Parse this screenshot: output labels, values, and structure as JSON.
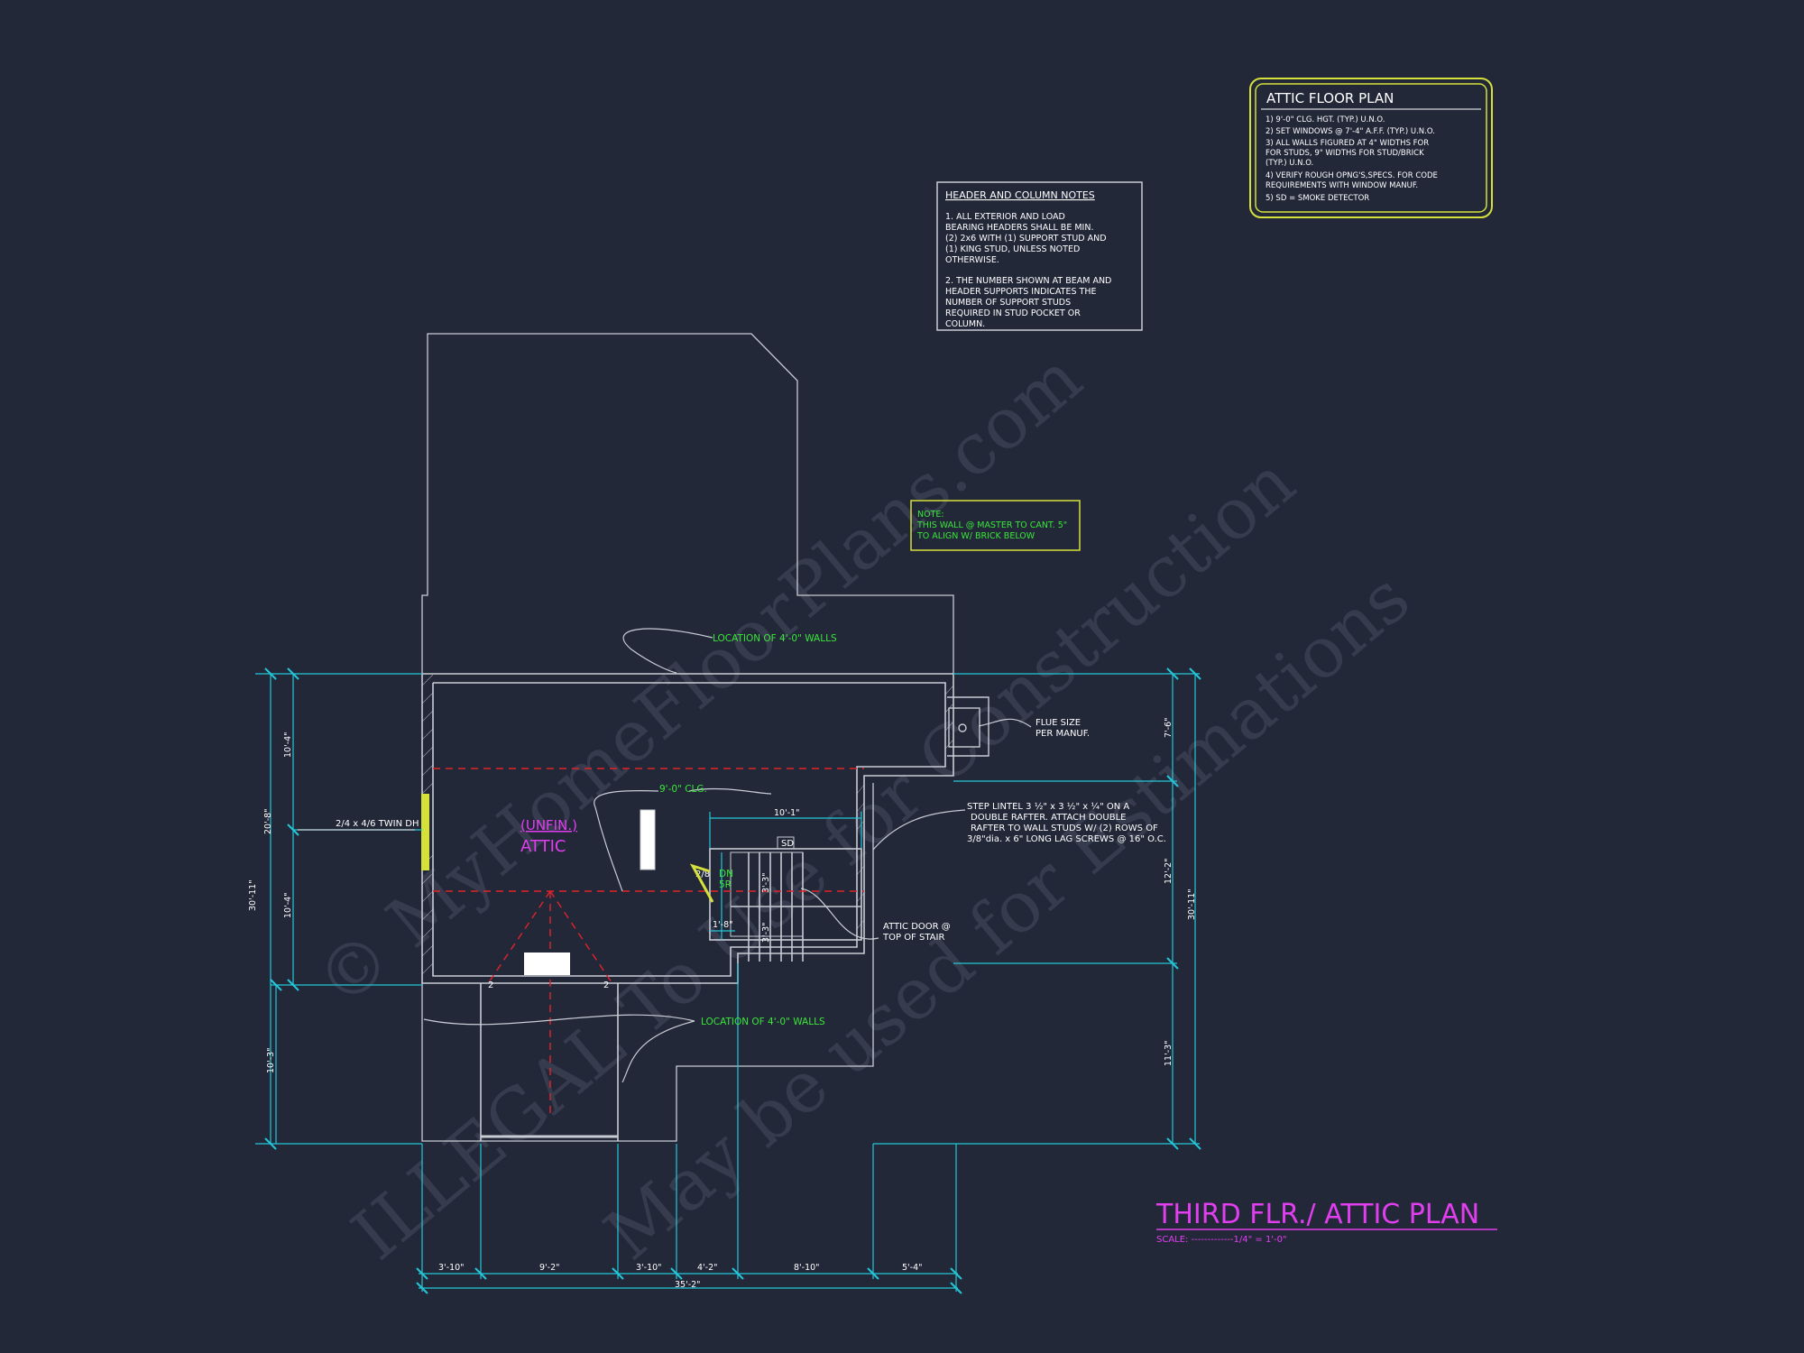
{
  "colors": {
    "background": "#232839",
    "wall": "#c8ccd4",
    "dimension": "#22c7d9",
    "note_green": "#39e639",
    "title_magenta": "#e13ef0",
    "ridge_red": "#e0232b",
    "attic_box": "#d6e03a",
    "watermark": "#3b4152"
  },
  "attic_box": {
    "title": "ATTIC FLOOR PLAN",
    "lines": [
      "1) 9'-0\" CLG. HGT. (TYP.) U.N.O.",
      "2) SET WINDOWS @ 7'-4\" A.F.F. (TYP.) U.N.O.",
      "3) ALL WALLS FIGURED AT 4\" WIDTHS FOR",
      "    FOR STUDS, 9\" WIDTHS FOR STUD/BRICK",
      "    (TYP.) U.N.O.",
      "4) VERIFY ROUGH OPNG'S,SPECS. FOR CODE",
      "    REQUIREMENTS WITH WINDOW MANUF.",
      "5) SD = SMOKE DETECTOR"
    ]
  },
  "header_notes": {
    "title": "HEADER AND COLUMN NOTES",
    "lines": [
      "1. ALL EXTERIOR AND LOAD",
      "BEARING HEADERS SHALL BE MIN.",
      "(2) 2x6 WITH (1) SUPPORT STUD AND",
      "(1) KING STUD, UNLESS NOTED",
      "OTHERWISE.",
      "",
      "2. THE NUMBER SHOWN AT BEAM AND",
      "HEADER SUPPORTS INDICATES THE",
      "NUMBER OF SUPPORT STUDS",
      "REQUIRED IN STUD POCKET OR",
      "COLUMN."
    ]
  },
  "wall_note": {
    "lines": [
      "NOTE:",
      "THIS WALL @ MASTER TO CANT. 5\"",
      "TO ALIGN W/ BRICK BELOW"
    ]
  },
  "labels": {
    "walls_top": "LOCATION OF 4'-0\" WALLS",
    "walls_bottom": "LOCATION OF 4'-0\" WALLS",
    "flue": [
      "FLUE SIZE",
      "PER MANUF."
    ],
    "ceiling": "9'-0\" CLG.",
    "unfin": "(UNFIN.)",
    "attic": "ATTIC",
    "window": "2/4 x 4/6 TWIN DH",
    "lintel": [
      "STEP LINTEL 3 ½\" x 3 ½\" x ¼\" ON A",
      "DOUBLE RAFTER.  ATTACH DOUBLE",
      "RAFTER TO WALL STUDS W/ (2) ROWS OF",
      "3/8\"dia. x 6\" LONG LAG SCREWS @ 16\" O.C."
    ],
    "attic_door": [
      "ATTIC DOOR @",
      "TOP OF STAIR"
    ],
    "sd": "SD",
    "door_size": "2/8",
    "dn": "DN",
    "br": "5R",
    "support_2a": "2",
    "support_2b": "2"
  },
  "dimensions": {
    "left_outer": "30'-11\"",
    "left_mid": "20'-8\"",
    "left_upper": "10'-4\"",
    "left_lower": "10'-4\"",
    "left_bottom": "10'-3\"",
    "right_outer": "30'-11\"",
    "right_top": "7'-6\"",
    "right_mid": "12'-2\"",
    "right_bottom": "11'-3\"",
    "stair_width": "10'-1\"",
    "stair_a": "3'-3\"",
    "stair_b": "3'-3\"",
    "landing": "1'-8\"",
    "bottom": [
      "3'-10\"",
      "9'-2\"",
      "3'-10\"",
      "4'-2\"",
      "8'-10\"",
      "5'-4\""
    ],
    "bottom_total": "35'-2\""
  },
  "title_block": {
    "title": "THIRD FLR./ ATTIC PLAN",
    "scale": "SCALE: -------------1/4\" = 1'-0\""
  },
  "watermark": [
    "© MyHomeFloorPlans.com",
    "ILLEGAL To Use for Construction",
    "May be used for Estimations"
  ]
}
